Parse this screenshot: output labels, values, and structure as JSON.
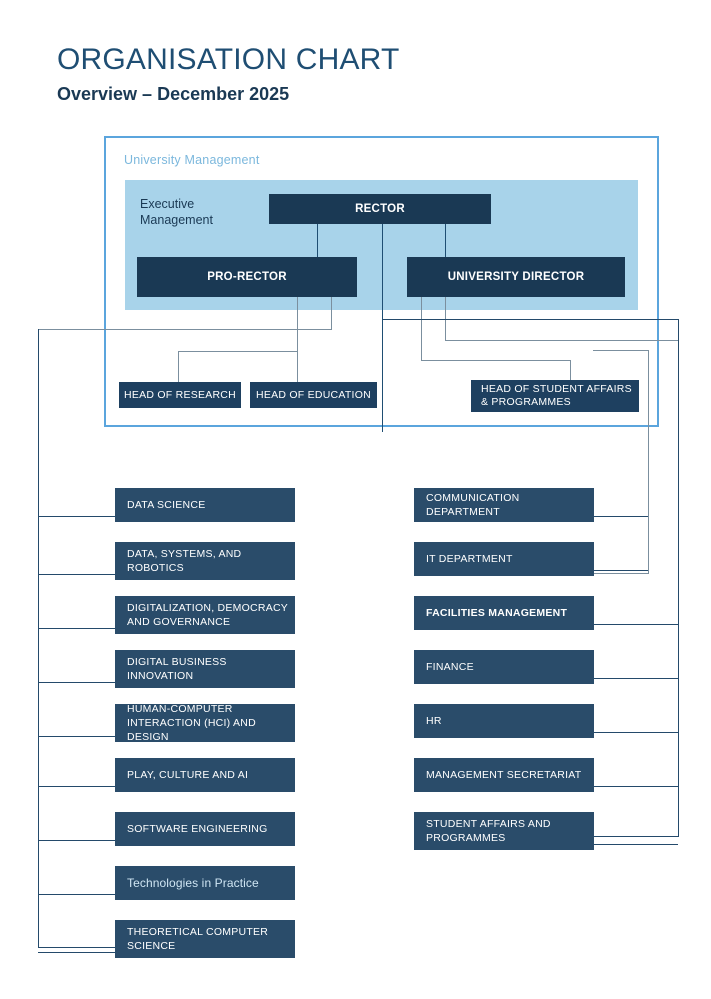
{
  "header": {
    "title": "ORGANISATION CHART",
    "subtitle": "Overview – December 2025"
  },
  "colors": {
    "navy": "#1a3954",
    "box_navy": "#1e4060",
    "dept_navy": "#2a4c6a",
    "band_light_blue": "#a8d3ea",
    "frame_blue": "#5ba5dd",
    "label_blue": "#7cb8dd",
    "title_blue": "#1f4e73",
    "connector": "#1f4e73"
  },
  "management": {
    "frame_label": "University Management",
    "executive_label": "Executive Management",
    "rector": "RECTOR",
    "pro_rector": "PRO-RECTOR",
    "university_director": "UNIVERSITY DIRECTOR"
  },
  "heads": [
    {
      "label": "HEAD OF RESEARCH"
    },
    {
      "label": "HEAD OF EDUCATION"
    },
    {
      "label": "HEAD OF STUDENT AFFAIRS & PROGRAMMES"
    }
  ],
  "left_column": [
    {
      "label": "DATA SCIENCE",
      "style": "normal"
    },
    {
      "label": "DATA, SYSTEMS, AND ROBOTICS",
      "style": "normal"
    },
    {
      "label": "DIGITALIZATION, DEMOCRACY AND GOVERNANCE",
      "style": "normal"
    },
    {
      "label": "DIGITAL BUSINESS INNOVATION",
      "style": "normal"
    },
    {
      "label": "HUMAN-COMPUTER INTERACTION (HCI) AND DESIGN",
      "style": "normal"
    },
    {
      "label": "PLAY, CULTURE AND AI",
      "style": "normal"
    },
    {
      "label": "SOFTWARE ENGINEERING",
      "style": "normal"
    },
    {
      "label": "Technologies in Practice",
      "style": "soft"
    },
    {
      "label": "THEORETICAL COMPUTER SCIENCE",
      "style": "normal"
    }
  ],
  "right_column": [
    {
      "label": "COMMUNICATION DEPARTMENT",
      "style": "normal"
    },
    {
      "label": "IT DEPARTMENT",
      "style": "normal"
    },
    {
      "label": "FACILITIES MANAGEMENT",
      "style": "bold"
    },
    {
      "label": "FINANCE",
      "style": "normal"
    },
    {
      "label": "HR",
      "style": "normal"
    },
    {
      "label": "MANAGEMENT SECRETARIAT",
      "style": "normal"
    },
    {
      "label": "STUDENT AFFAIRS AND PROGRAMMES",
      "style": "normal"
    }
  ]
}
